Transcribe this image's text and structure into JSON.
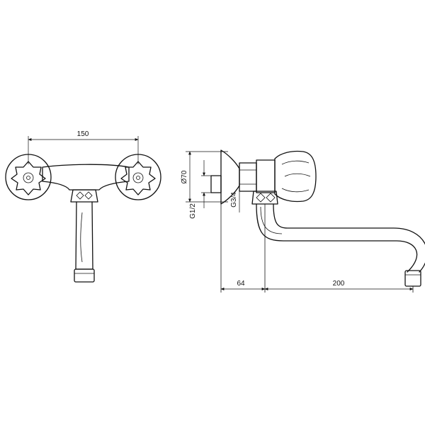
{
  "dimensions": {
    "center_distance": "150",
    "rosette_diameter": "Ø70",
    "inlet_thread": "G1/2",
    "outlet_thread": "G3/4",
    "wall_projection": "64",
    "spout_reach": "200"
  },
  "colors": {
    "line": "#111111",
    "background": "#ffffff"
  }
}
